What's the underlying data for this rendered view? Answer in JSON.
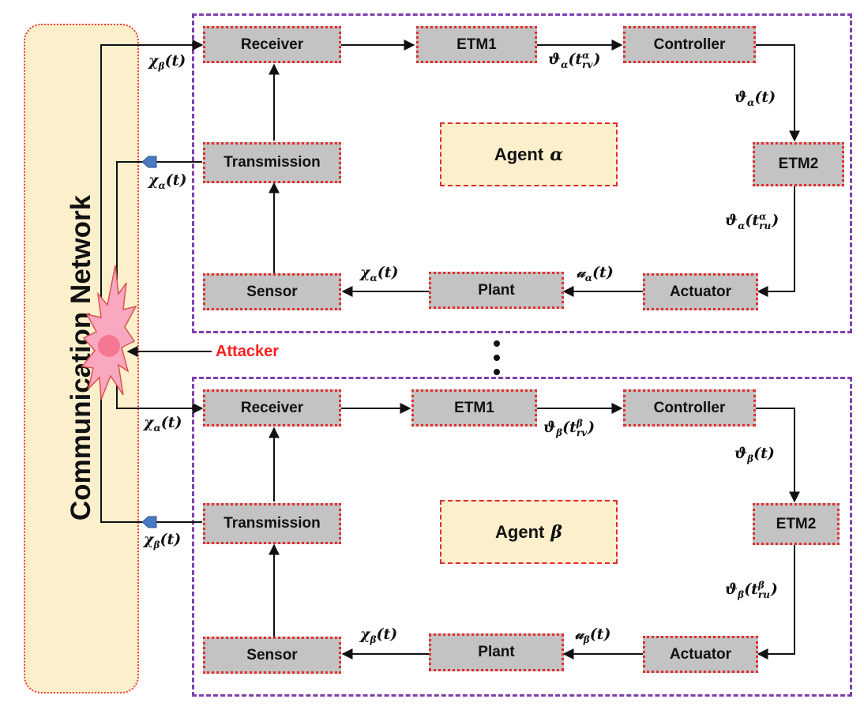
{
  "network": {
    "label": "Communication Network"
  },
  "attacker": {
    "label": "Attacker"
  },
  "agent_alpha": {
    "title": "Agent",
    "symbol": "α",
    "blocks": {
      "receiver": "Receiver",
      "etm1": "ETM1",
      "controller": "Controller",
      "etm2": "ETM2",
      "transmission": "Transmission",
      "sensor": "Sensor",
      "plant": "Plant",
      "actuator": "Actuator"
    },
    "signals": {
      "in_chi": {
        "base": "χ",
        "sub": "β",
        "arg": "(t)"
      },
      "out_chi": {
        "base": "χ",
        "sub": "α",
        "arg": "(t)"
      },
      "etm1_out": {
        "base": "ϑ",
        "sub": "α",
        "arg": "(t",
        "tsup": "α",
        "tsub": "rv",
        "close": ")"
      },
      "ctrl_out": {
        "base": "ϑ",
        "sub": "α",
        "arg": "(t)"
      },
      "etm2_out": {
        "base": "ϑ",
        "sub": "α",
        "arg": "(t",
        "tsup": "α",
        "tsub": "ru",
        "close": ")"
      },
      "act_in": {
        "base": "𝓊",
        "sub": "α",
        "arg": "(t)"
      },
      "sens_in": {
        "base": "χ",
        "sub": "α",
        "arg": "(t)"
      }
    }
  },
  "agent_beta": {
    "title": "Agent",
    "symbol": "β",
    "blocks": {
      "receiver": "Receiver",
      "etm1": "ETM1",
      "controller": "Controller",
      "etm2": "ETM2",
      "transmission": "Transmission",
      "sensor": "Sensor",
      "plant": "Plant",
      "actuator": "Actuator"
    },
    "signals": {
      "in_chi": {
        "base": "χ",
        "sub": "α",
        "arg": "(t)"
      },
      "out_chi": {
        "base": "χ",
        "sub": "β",
        "arg": "(t)"
      },
      "etm1_out": {
        "base": "ϑ",
        "sub": "β",
        "arg": "(t",
        "tsup": "β",
        "tsub": "rv",
        "close": ")"
      },
      "ctrl_out": {
        "base": "ϑ",
        "sub": "β",
        "arg": "(t)"
      },
      "etm2_out": {
        "base": "ϑ",
        "sub": "β",
        "arg": "(t",
        "tsup": "β",
        "tsub": "ru",
        "close": ")"
      },
      "act_in": {
        "base": "𝓊",
        "sub": "β",
        "arg": "(t)"
      },
      "sens_in": {
        "base": "χ",
        "sub": "β",
        "arg": "(t)"
      }
    }
  },
  "colors": {
    "network_fill": "#fcefcc",
    "block_fill": "#c3c3c3",
    "block_border": "#e22d2d",
    "agent_frame": "#7e3fb0",
    "attacker": "#ff1f1f",
    "burst": "#f9a8c0",
    "port_arrow": "#4a78c2"
  },
  "icons": {
    "attack": "burst-icon",
    "port": "blue-arrow-icon"
  }
}
